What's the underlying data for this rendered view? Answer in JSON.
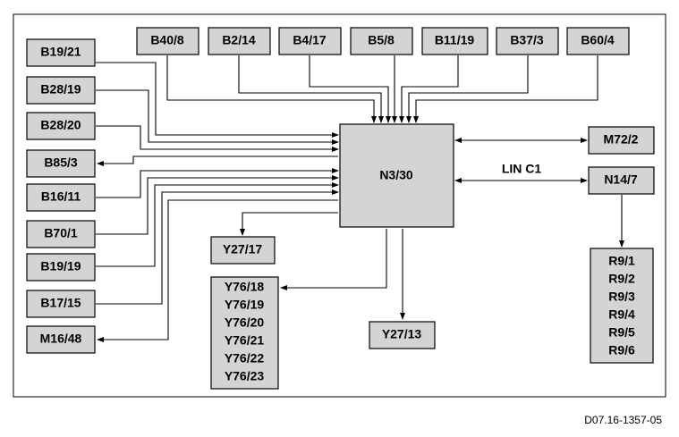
{
  "diagram": {
    "center": "N3/30",
    "top_inputs": [
      "B40/8",
      "B2/14",
      "B4/17",
      "B5/8",
      "B11/19",
      "B37/3",
      "B60/4"
    ],
    "left_modules": [
      "B19/21",
      "B28/19",
      "B28/20",
      "B85/3",
      "B16/11",
      "B70/1",
      "B19/19",
      "B17/15",
      "M16/48"
    ],
    "right_modules": [
      "M72/2",
      "N14/7"
    ],
    "bus_label": "LIN C1",
    "outputs": {
      "y27_17": "Y27/17",
      "y27_13": "Y27/13",
      "y76_group": [
        "Y76/18",
        "Y76/19",
        "Y76/20",
        "Y76/21",
        "Y76/22",
        "Y76/23"
      ],
      "r9_group": [
        "R9/1",
        "R9/2",
        "R9/3",
        "R9/4",
        "R9/5",
        "R9/6"
      ]
    }
  },
  "doc_code": "D07.16-1357-05"
}
